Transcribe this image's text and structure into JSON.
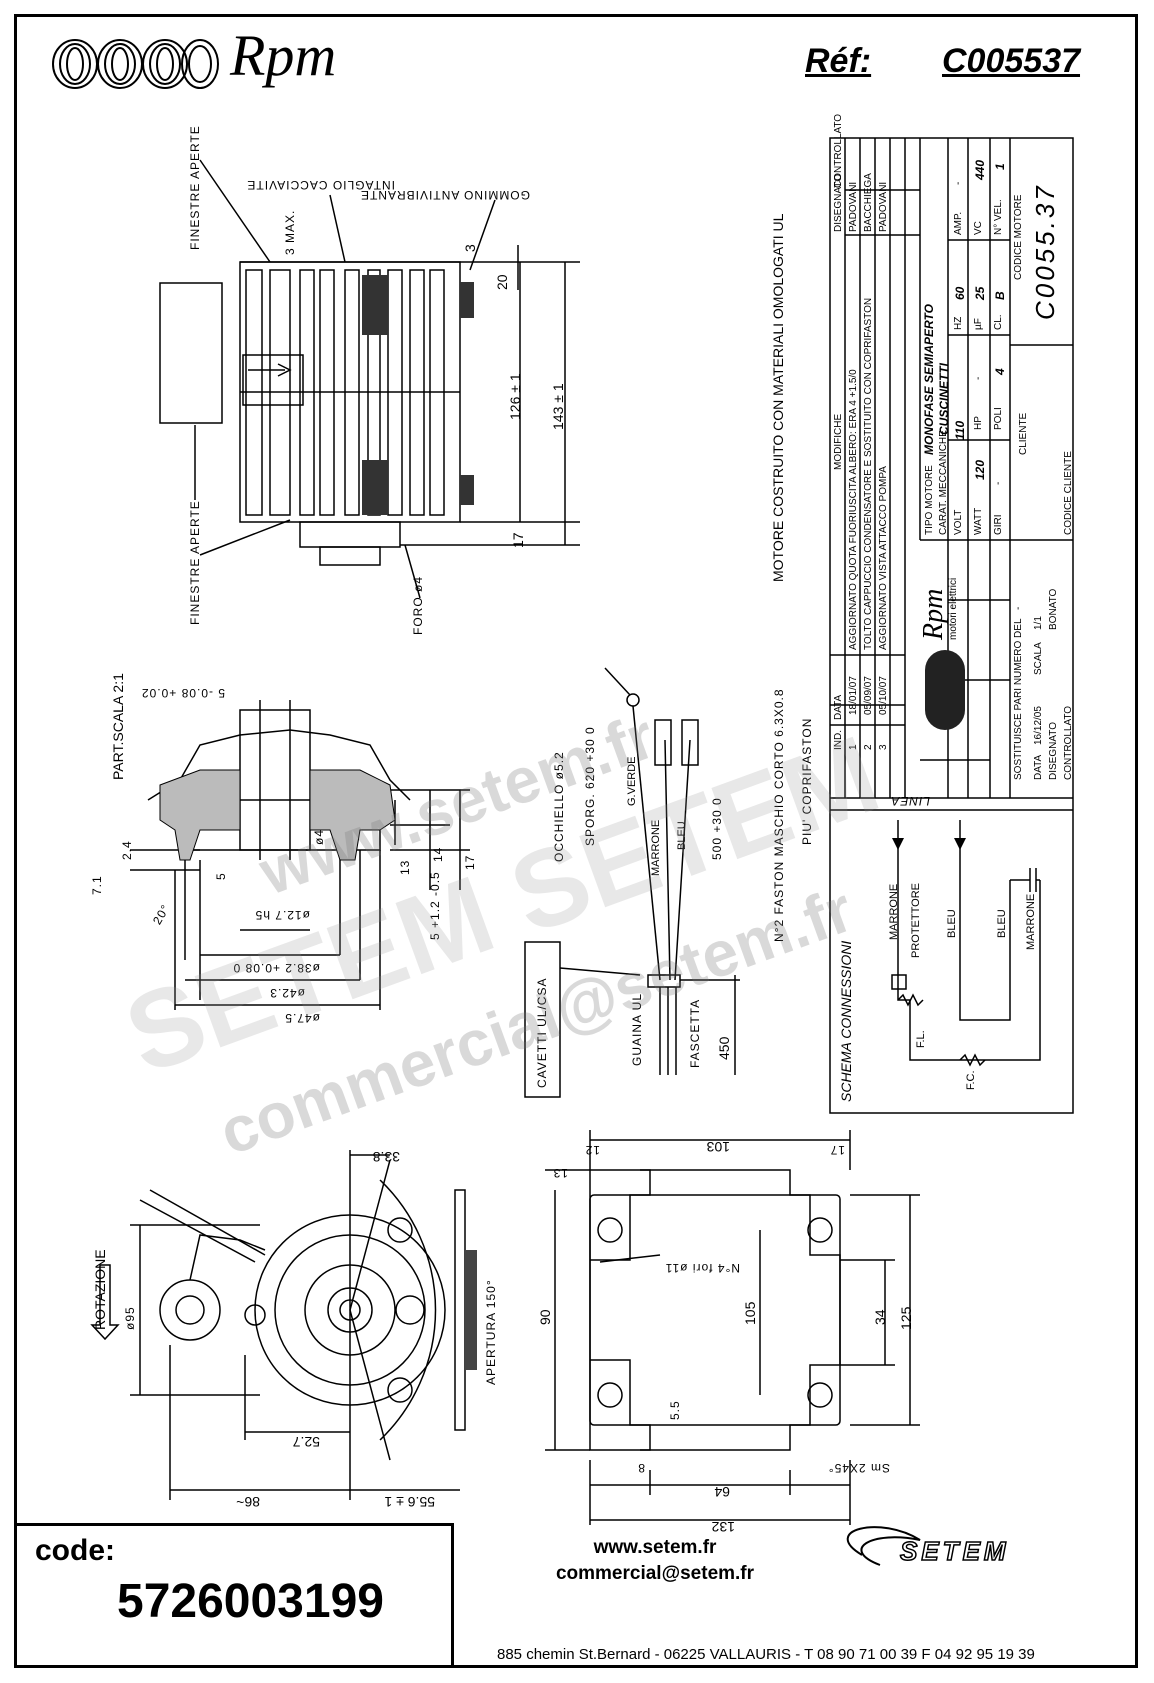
{
  "header": {
    "brand": "Rpm",
    "ref_label": "Réf:",
    "ref_value": "C005537"
  },
  "motor_drawing": {
    "labels": {
      "finestre_aperte_top": "FINESTRE APERTE",
      "finestre_aperte_bottom": "FINESTRE APERTE",
      "intaglio": "INTAGLIO CACCIAVITE",
      "gommino": "GOMMINO ANTIVIBRANTE",
      "max": "3 MAX.",
      "foro": "FORO ø4",
      "dim_3": "3",
      "dim_20": "20",
      "dim_126": "126 ± 1",
      "dim_143": "143 ± 1",
      "dim_17": "17",
      "motore_ul": "MOTORE COSTRUITO CON MATERIALI OMOLOGATI UL"
    }
  },
  "part_detail": {
    "title": "PART.SCALA 2:1",
    "dims": [
      "5 -0.08 +0.02",
      "2.4",
      "7.1",
      "20°",
      "5",
      "ø4",
      "13",
      "14",
      "17",
      "5 +1.2 -0.5",
      "ø12.7 h5",
      "ø38.2 +0.08 0",
      "ø42.3",
      "ø47.5"
    ]
  },
  "cables": {
    "occhiello": "OCCHIELLO ø5.2",
    "sporg": "SPORG. 620 +30 0",
    "g_verde": "G.VERDE",
    "marrone": "MARRONE",
    "bleu": "BLEU",
    "dim_500": "500 +30 0",
    "faston": "N°2 FASTON MASCHIO CORTO 6.3X0.8",
    "coprifaston": "PIU' COPRIFASTON",
    "cavetti": "CAVETTI UL/CSA",
    "guaina": "GUAINA UL",
    "fascetta": "FASCETTA",
    "dim_450": "450"
  },
  "schema": {
    "title": "SCHEMA CONNESSIONI",
    "linea": "LINEA",
    "marrone": "MARRONE",
    "protettore": "PROTETTORE",
    "bleu_1": "BLEU",
    "bleu_2": "BLEU",
    "marrone_2": "MARRONE",
    "fl": "F.L.",
    "fc": "F.C."
  },
  "title_block": {
    "revisions": [
      {
        "ind": "3",
        "data": "05/10/07",
        "modifiche": "AGGIORNATO VISTA ATTACCO POMPA",
        "by": "PADOVANI"
      },
      {
        "ind": "2",
        "data": "05/09/07",
        "modifiche": "TOLTO CAPPUCCIO CONDENSATORE E SOSTITUITO CON COPRIFASTON",
        "by": "BACCHIEGA"
      },
      {
        "ind": "1",
        "data": "18/01/07",
        "modifiche": "AGGIORNATO QUOTA FUORIUSCITA ALBERO: ERA 4 +1.5/0",
        "by": "PADOVANI"
      }
    ],
    "col_ind": "IND.",
    "col_data": "DATA",
    "col_modifiche": "MODIFICHE",
    "col_disegnato": "DISEGNATO",
    "col_controllato": "CONTROLLATO",
    "brand": "Rpm",
    "brand_sub": "motori elettrici",
    "tipo_motore_label": "TIPO MOTORE",
    "tipo_motore": "MONOFASE SEMIAPERTO",
    "carat_label": "CARAT. MECCANICHE",
    "carat": "CUSCINETTI",
    "volt_label": "VOLT",
    "volt": "110",
    "hz_label": "HZ",
    "hz": "60",
    "amp_label": "AMP.",
    "amp": "-",
    "watt_label": "WATT",
    "watt": "120",
    "hp_label": "HP",
    "hp": "-",
    "uf_label": "µF",
    "uf": "25",
    "vc_label": "VC",
    "vc": "440",
    "giri_label": "GIRI",
    "giri": "-",
    "poli_label": "POLI",
    "poli": "4",
    "cl_label": "CL.",
    "cl": "B",
    "nvel_label": "N° VEL.",
    "nvel": "1",
    "sostituisce_label": "SOSTITUISCE PARI NUMERO DEL",
    "sostituisce": "-",
    "data_label": "DATA",
    "data": "16/12/05",
    "scala_label": "SCALA",
    "scala": "1/1",
    "disegnato_label": "DISEGNATO",
    "disegnato": "BONATO",
    "controllato_label": "CONTROLLATO",
    "cliente_label": "CLIENTE",
    "codice_cliente_label": "CODICE CLIENTE",
    "codice_motore_label": "CODICE MOTORE",
    "codice_motore": "C0055.37"
  },
  "front_view": {
    "rotazione": "ROTAZIONE",
    "dim_95": "ø95",
    "dim_33_8": "33.8",
    "apertura": "APERTURA 150°",
    "dim_52_7": "52.7",
    "dim_86": "86~",
    "dim_55_6": "55.6 ± 1"
  },
  "bracket_view": {
    "dim_103": "103",
    "dim_12": "12",
    "dim_17": "17",
    "dim_13": "13",
    "fori": "N°4 fori ø11",
    "dim_90": "90",
    "dim_105": "105",
    "dim_34": "34",
    "dim_125": "125",
    "dim_5_5": "5.5",
    "dim_8": "8",
    "dim_64": "64",
    "dim_132": "132",
    "smusso": "Sm 2X45°"
  },
  "watermark": {
    "line1": "www.setem.fr",
    "line2": "SETEM SETEM",
    "line3": "commercial@setem.fr"
  },
  "footer": {
    "code_label": "code:",
    "code_value": "5726003199",
    "website": "www.setem.fr",
    "email": "commercial@setem.fr",
    "address": "885 chemin St.Bernard  -  06225 VALLAURIS  -  T 08 90 71 00 39   F 04 92 95 19 39",
    "company": "SETEM"
  }
}
